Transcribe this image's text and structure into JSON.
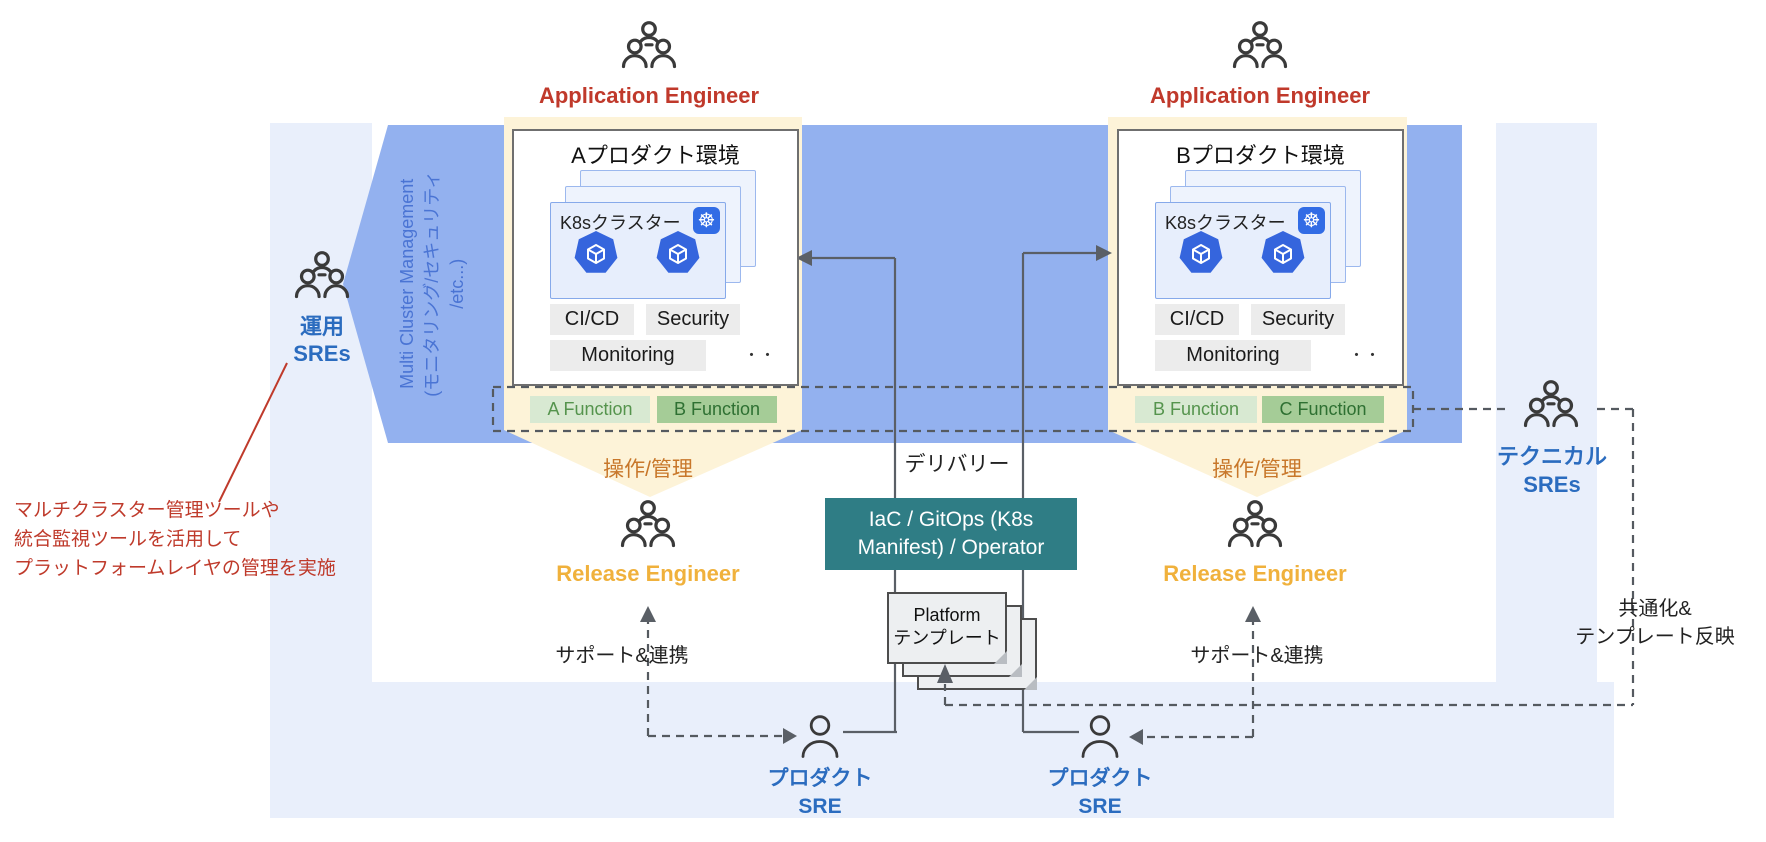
{
  "palette": {
    "band_blue": "#93b1ef",
    "panel_light_blue": "#e9effb",
    "band_yellow": "#fdf3d8",
    "cluster_box_blue": "#e7eefc",
    "cluster_border_blue": "#8fb0ea",
    "feature_gray": "#ececec",
    "function_green_light_bg": "#d8e9d2",
    "function_green_light_text": "#55944d",
    "function_green_dark_bg": "#a5cc97",
    "function_green_dark_text": "#2e7032",
    "iac_teal": "#2f7d85",
    "app_engineer_red": "#c0392b",
    "sre_blue": "#2b6cbf",
    "release_gold": "#f0b13c",
    "operate_orange": "#c8772a",
    "note_red": "#bf3a2b",
    "k8s_logo_blue": "#326ce5",
    "pod_blue": "#3565dd",
    "mcm_text_blue": "#4a74d4"
  },
  "roles": {
    "app_engineer_a": "Application Engineer",
    "app_engineer_b": "Application Engineer",
    "ops_sres": {
      "line1": "運用",
      "line2": "SREs"
    },
    "release_engineer_a": "Release Engineer",
    "release_engineer_b": "Release Engineer",
    "product_sre_a": {
      "line1": "プロダクト",
      "line2": "SRE"
    },
    "product_sre_b": {
      "line1": "プロダクト",
      "line2": "SRE"
    },
    "technical_sres": {
      "line1": "テクニカル",
      "line2": "SREs"
    }
  },
  "mcm_band": {
    "line1": "Multi Cluster Management",
    "line2": "(モニタリング/セキュリティ",
    "line3": "/etc...)"
  },
  "product_a": {
    "title": "Aプロダクト環境",
    "cluster_label": "K8sクラスター",
    "k8s_icon": "☸",
    "features": [
      "CI/CD",
      "Security",
      "Monitoring"
    ],
    "more_dots": "・・",
    "functions": [
      {
        "label": "A Function"
      },
      {
        "label": "B Function"
      }
    ]
  },
  "product_b": {
    "title": "Bプロダクト環境",
    "cluster_label": "K8sクラスター",
    "k8s_icon": "☸",
    "features": [
      "CI/CD",
      "Security",
      "Monitoring"
    ],
    "more_dots": "・・",
    "functions": [
      {
        "label": "B Function"
      },
      {
        "label": "C Function"
      }
    ]
  },
  "flows": {
    "operate_manage_a": "操作/管理",
    "operate_manage_b": "操作/管理",
    "delivery": "デリバリー",
    "iac_box": {
      "line1": "IaC / GitOps (K8s",
      "line2": "Manifest) / Operator"
    },
    "platform_template": {
      "line1": "Platform",
      "line2": "テンプレート"
    },
    "support_a": "サポート&連携",
    "support_b": "サポート&連携",
    "commonize": {
      "line1": "共通化&",
      "line2": "テンプレート反映"
    }
  },
  "note": {
    "line1": "マルチクラスター管理ツールや",
    "line2": "統合監視ツールを活用して",
    "line3": "プラットフォームレイヤの管理を実施"
  }
}
